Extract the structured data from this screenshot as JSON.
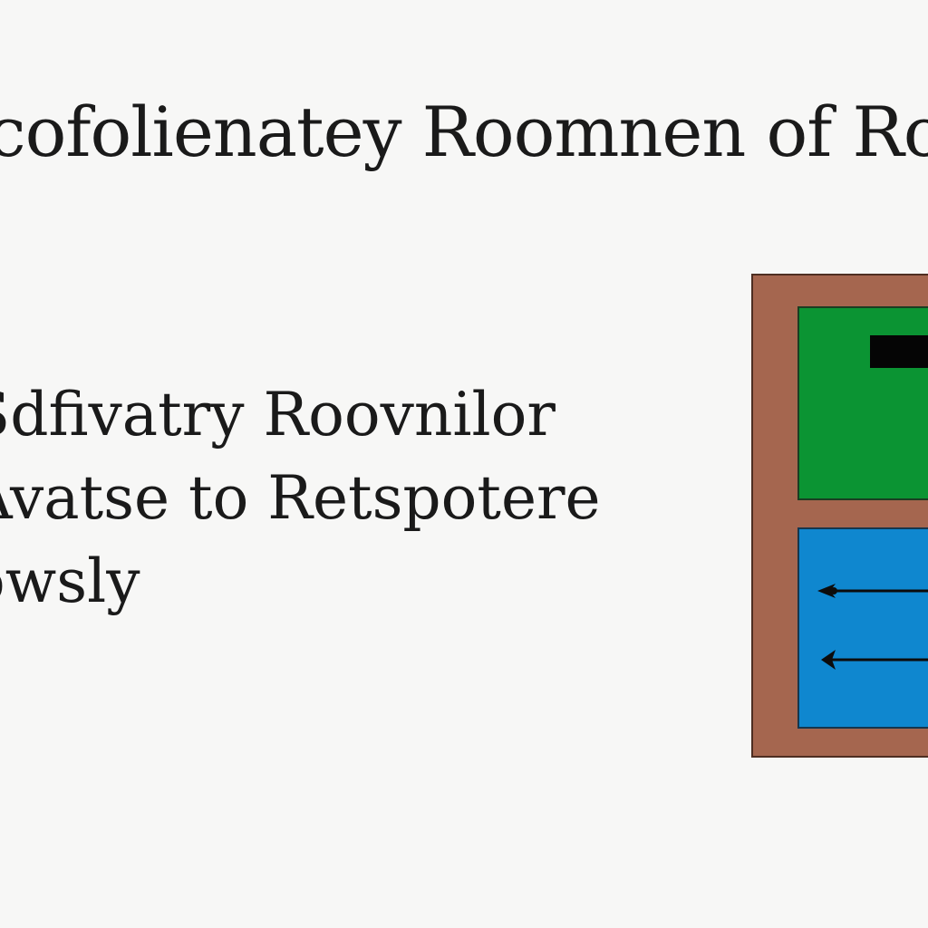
{
  "title": "cofolienatey Roomnen of Roe",
  "body_lines": [
    "Sdfivatry Roovnilor",
    "Avatse to Retspotere",
    "owsly"
  ],
  "illustration": {
    "frame_color": "#a5664f",
    "top_panel_color": "#0b9433",
    "bottom_panel_color": "#0f87cf",
    "slot_color": "#050505",
    "icons": [
      "left-arrow-icon",
      "left-arrow-icon"
    ]
  }
}
